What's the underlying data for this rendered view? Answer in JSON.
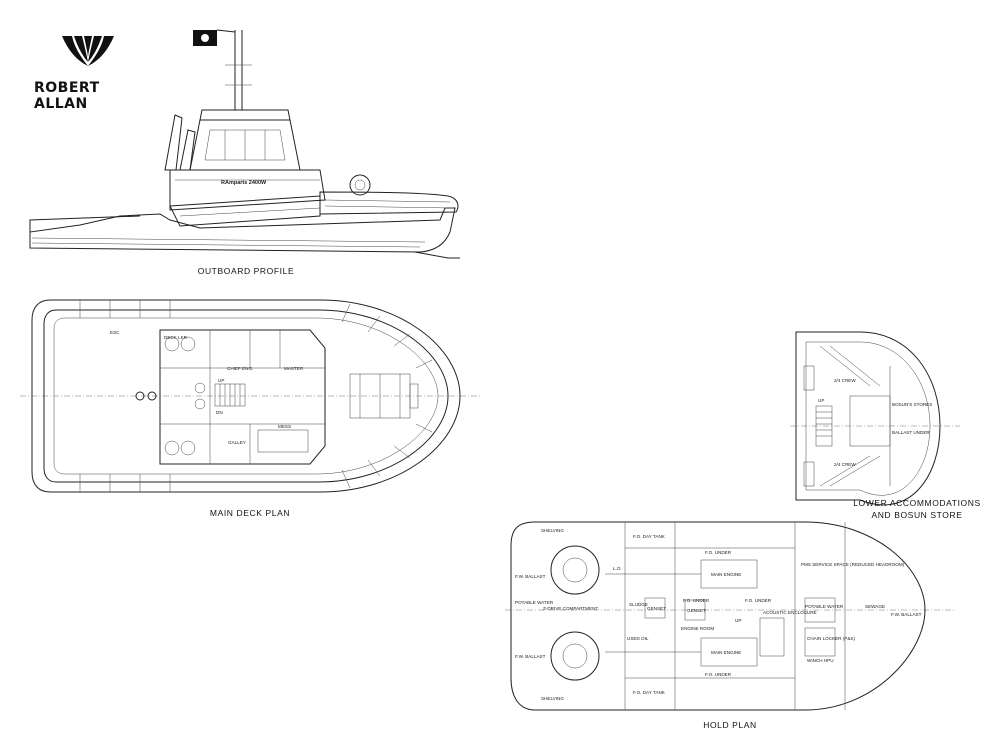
{
  "brand": {
    "name": "ROBERT ALLAN",
    "logo_icon": "robert-allan-logo-icon"
  },
  "views": {
    "outboard_profile": {
      "caption": "OUTBOARD PROFILE",
      "vessel_name": "RAmparts 2400W"
    },
    "main_deck_plan": {
      "caption": "MAIN DECK PLAN",
      "labels": {
        "esc": "ESC",
        "deck_lkr": "DECK LKR",
        "chief_eng": "CHIEF ENG.",
        "master": "MASTER",
        "mess": "MESS",
        "galley": "GALLEY",
        "up": "UP",
        "dn": "DN"
      }
    },
    "lower_accommodations": {
      "caption_line1": "LOWER ACCOMMODATIONS",
      "caption_line2": "AND BOSUN STORE",
      "labels": {
        "crew_top": "2/4 CREW",
        "crew_bottom": "2/4 CREW",
        "bosun_store": "BOSUN'S STORES",
        "ballast_under": "BALLAST UNDER",
        "up": "UP"
      }
    },
    "hold_plan": {
      "caption": "HOLD PLAN",
      "labels": {
        "shelving_top": "SHELVING",
        "shelving_bottom": "SHELVING",
        "fw_ballast_top": "F.W. BALLAST",
        "fw_ballast_bottom": "F.W. BALLAST",
        "fw_ballast_fwd": "F.W. BALLAST",
        "potable_water": "POTABLE WATER",
        "potable_water_fwd": "POTABLE WATER",
        "zdrive_compartment": "Z-DRIVE COMPARTMENT",
        "fo_day_tank_top": "F.O. DAY TANK",
        "fo_day_tank_bottom": "F.O. DAY TANK",
        "fo_under_1": "F.O. UNDER",
        "fo_under_2": "F.O. UNDER",
        "fo_under_3": "F.O. UNDER",
        "fo_under_4": "F.O. UNDER",
        "main_engine_top": "MAIN ENGINE",
        "main_engine_bottom": "MAIN ENGINE",
        "genset_1": "GENSET",
        "genset_2": "GENSET",
        "engine_room": "ENGINE ROOM",
        "sludge": "SLUDGE",
        "used_oil": "USED OIL",
        "lo": "L.O.",
        "acoustic_enclosure": "ACOUSTIC ENCLOSURE",
        "pms_space": "PMS SERVICE SPACE (REDUCED HEADROOM)",
        "sewage": "SEWAGE",
        "chain_locker": "CHAIN LOCKER (P&S)",
        "winch_hpu": "WINCH HPU",
        "up": "UP"
      }
    }
  }
}
